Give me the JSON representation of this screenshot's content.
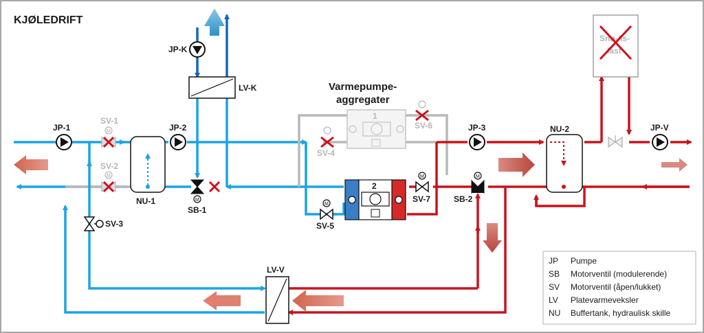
{
  "title": "KJØLEDRIFT",
  "aggregate_title_line1": "Varmepumpe-",
  "aggregate_title_line2": "aggregater",
  "components": {
    "jp1": "JP-1",
    "jp2": "JP-2",
    "jp3": "JP-3",
    "jpk": "JP-K",
    "jpv": "JP-V",
    "sv1": "SV-1",
    "sv2": "SV-2",
    "sv3": "SV-3",
    "sv4": "SV-4",
    "sv5": "SV-5",
    "sv6": "SV-6",
    "sv7": "SV-7",
    "sb1": "SB-1",
    "sb2": "SB-2",
    "nu1": "NU-1",
    "nu2": "NU-2",
    "lvk": "LV-K",
    "lvv": "LV-V",
    "hp1": "1",
    "hp2": "2",
    "snow_line1": "Snø-/is-",
    "snow_line2": "last"
  },
  "legend": [
    {
      "abbr": "JP",
      "text": "Pumpe"
    },
    {
      "abbr": "SB",
      "text": "Motorventil (modulerende)"
    },
    {
      "abbr": "SV",
      "text": "Motorventil (åpen/lukket)"
    },
    {
      "abbr": "LV",
      "text": "Platevarmeveksler"
    },
    {
      "abbr": "NU",
      "text": "Buffertank, hydraulisk skille"
    }
  ],
  "colors": {
    "cold": "#1aa3e6",
    "dark_blue": "#1466b8",
    "hot": "#c8141e",
    "inactive": "#b8b8b8",
    "warm_arrow": "#c8554a",
    "cold_arrow": "#5fb3d9"
  }
}
